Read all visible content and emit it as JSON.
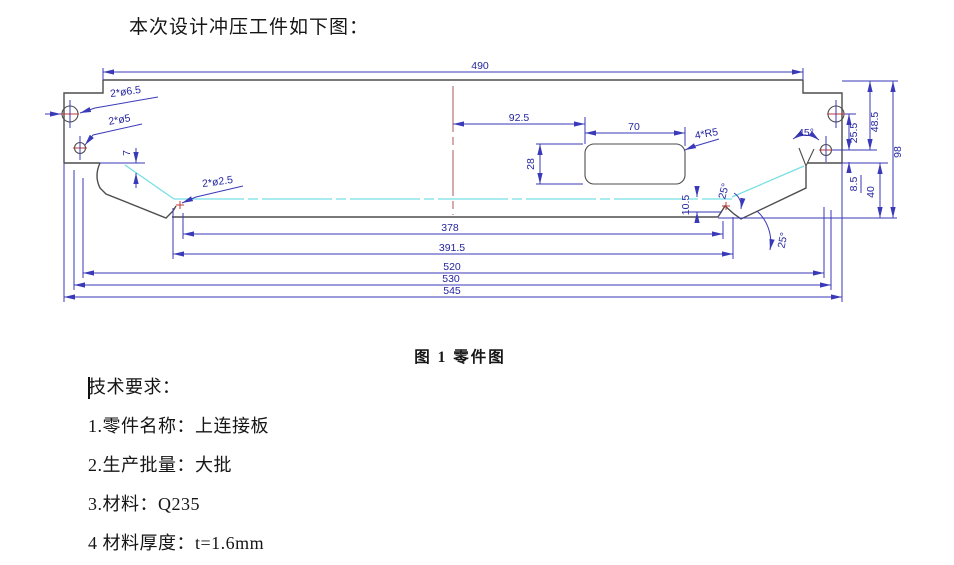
{
  "intro": "本次设计冲压工件如下图：",
  "caption": "图 1 零件图",
  "notes": {
    "title": "技术要求：",
    "items": [
      "1.零件名称：上连接板",
      "2.生产批量：大批",
      "3.材料：Q235",
      "4 材料厚度：t=1.6mm"
    ]
  },
  "figure": {
    "dims": {
      "d490": "490",
      "d92_5": "92.5",
      "d70": "70",
      "d28": "28",
      "r5": "4*R5",
      "h6_5": "2*ø6.5",
      "h5": "2*ø5",
      "h2_5": "2*ø2.5",
      "a45": "45°",
      "a25a": "25°",
      "a25b": "25°",
      "d7": "7",
      "d10_5": "10.5",
      "d25_5": "25.5",
      "d48_5": "48.5",
      "d98": "98",
      "d8_5": "8.5",
      "d40": "40",
      "d378": "378",
      "d391_5": "391.5",
      "d520": "520",
      "d530": "530",
      "d545": "545"
    },
    "colors": {
      "dimension": "#3a3ab8",
      "outline": "#4d4d4d",
      "bend_line": "#76dfe3",
      "centerline_red": "#aa5858"
    }
  }
}
